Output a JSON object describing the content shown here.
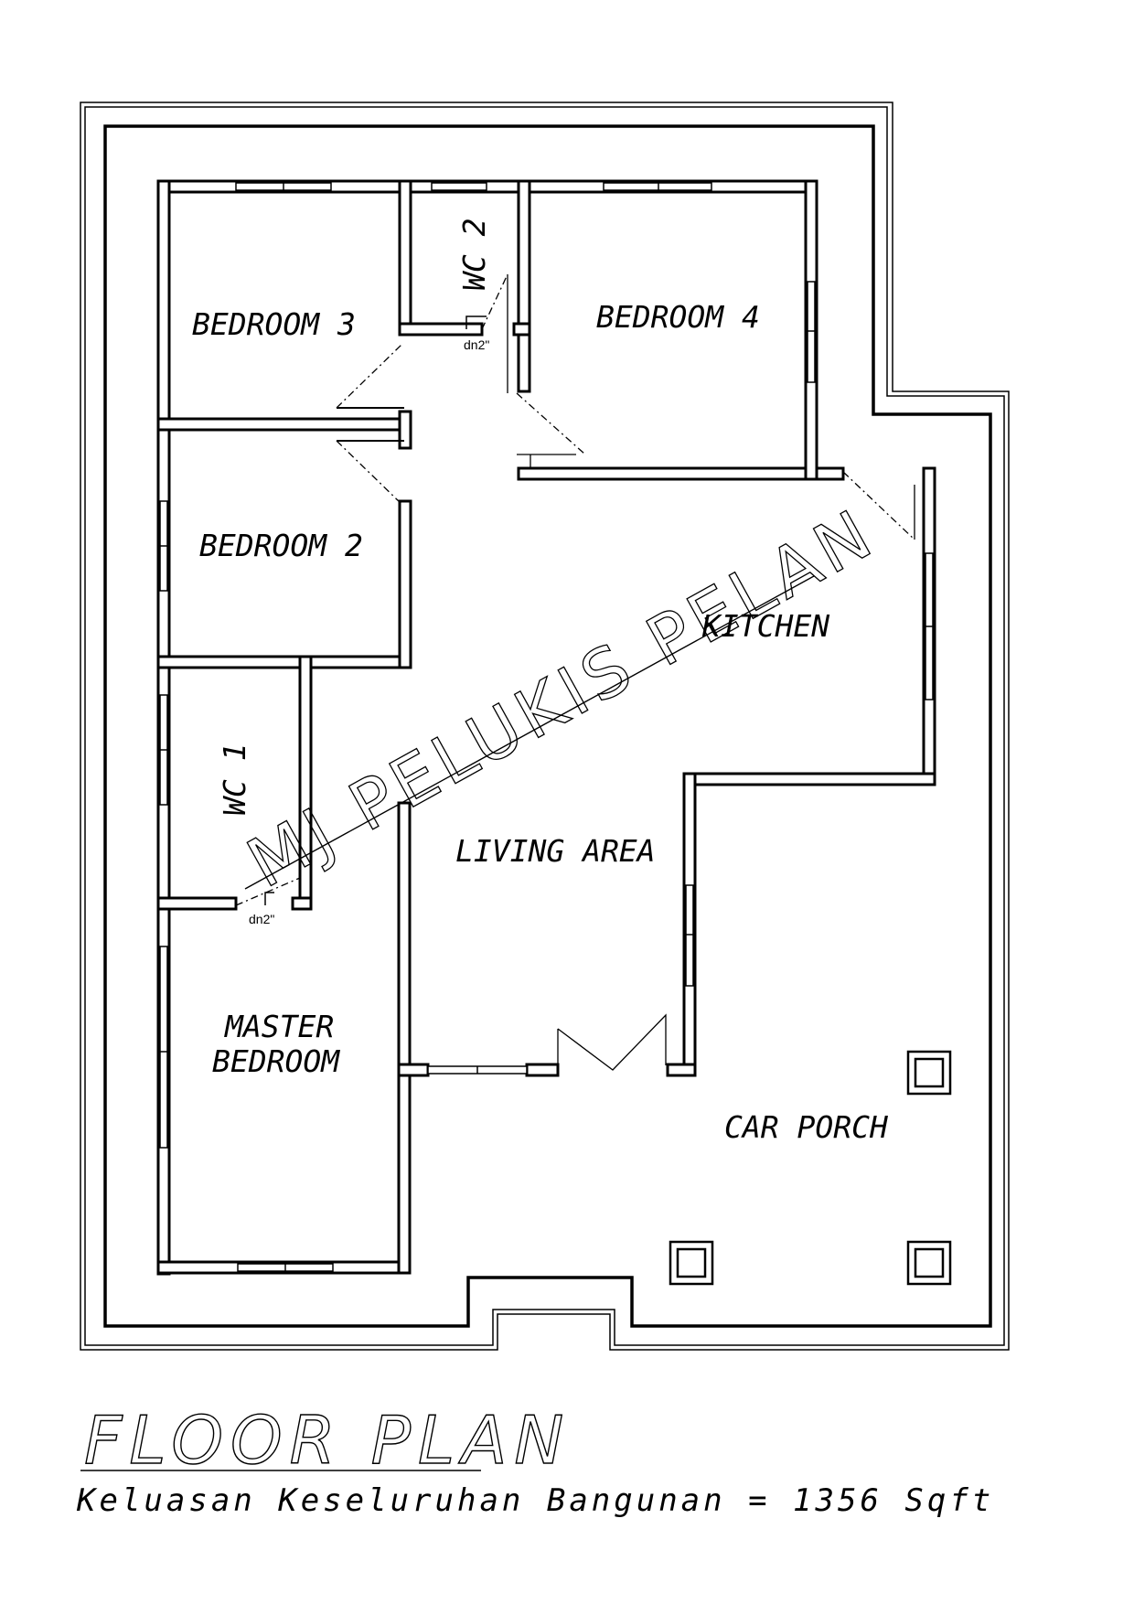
{
  "rooms": {
    "bedroom3": "BEDROOM 3",
    "wc2": "WC 2",
    "bedroom4": "BEDROOM 4",
    "bedroom2": "BEDROOM 2",
    "kitchen": "KITCHEN",
    "wc1": "WC 1",
    "living": "LIVING AREA",
    "master_line1": "MASTER",
    "master_line2": "BEDROOM",
    "car_porch": "CAR PORCH"
  },
  "step_note_1": "dn2\"",
  "step_note_2": "dn2\"",
  "watermark": "MJ PELUKIS PELAN",
  "title": "FLOOR PLAN",
  "subtitle": "Keluasan Keseluruhan Bangunan = 1356 Sqft"
}
